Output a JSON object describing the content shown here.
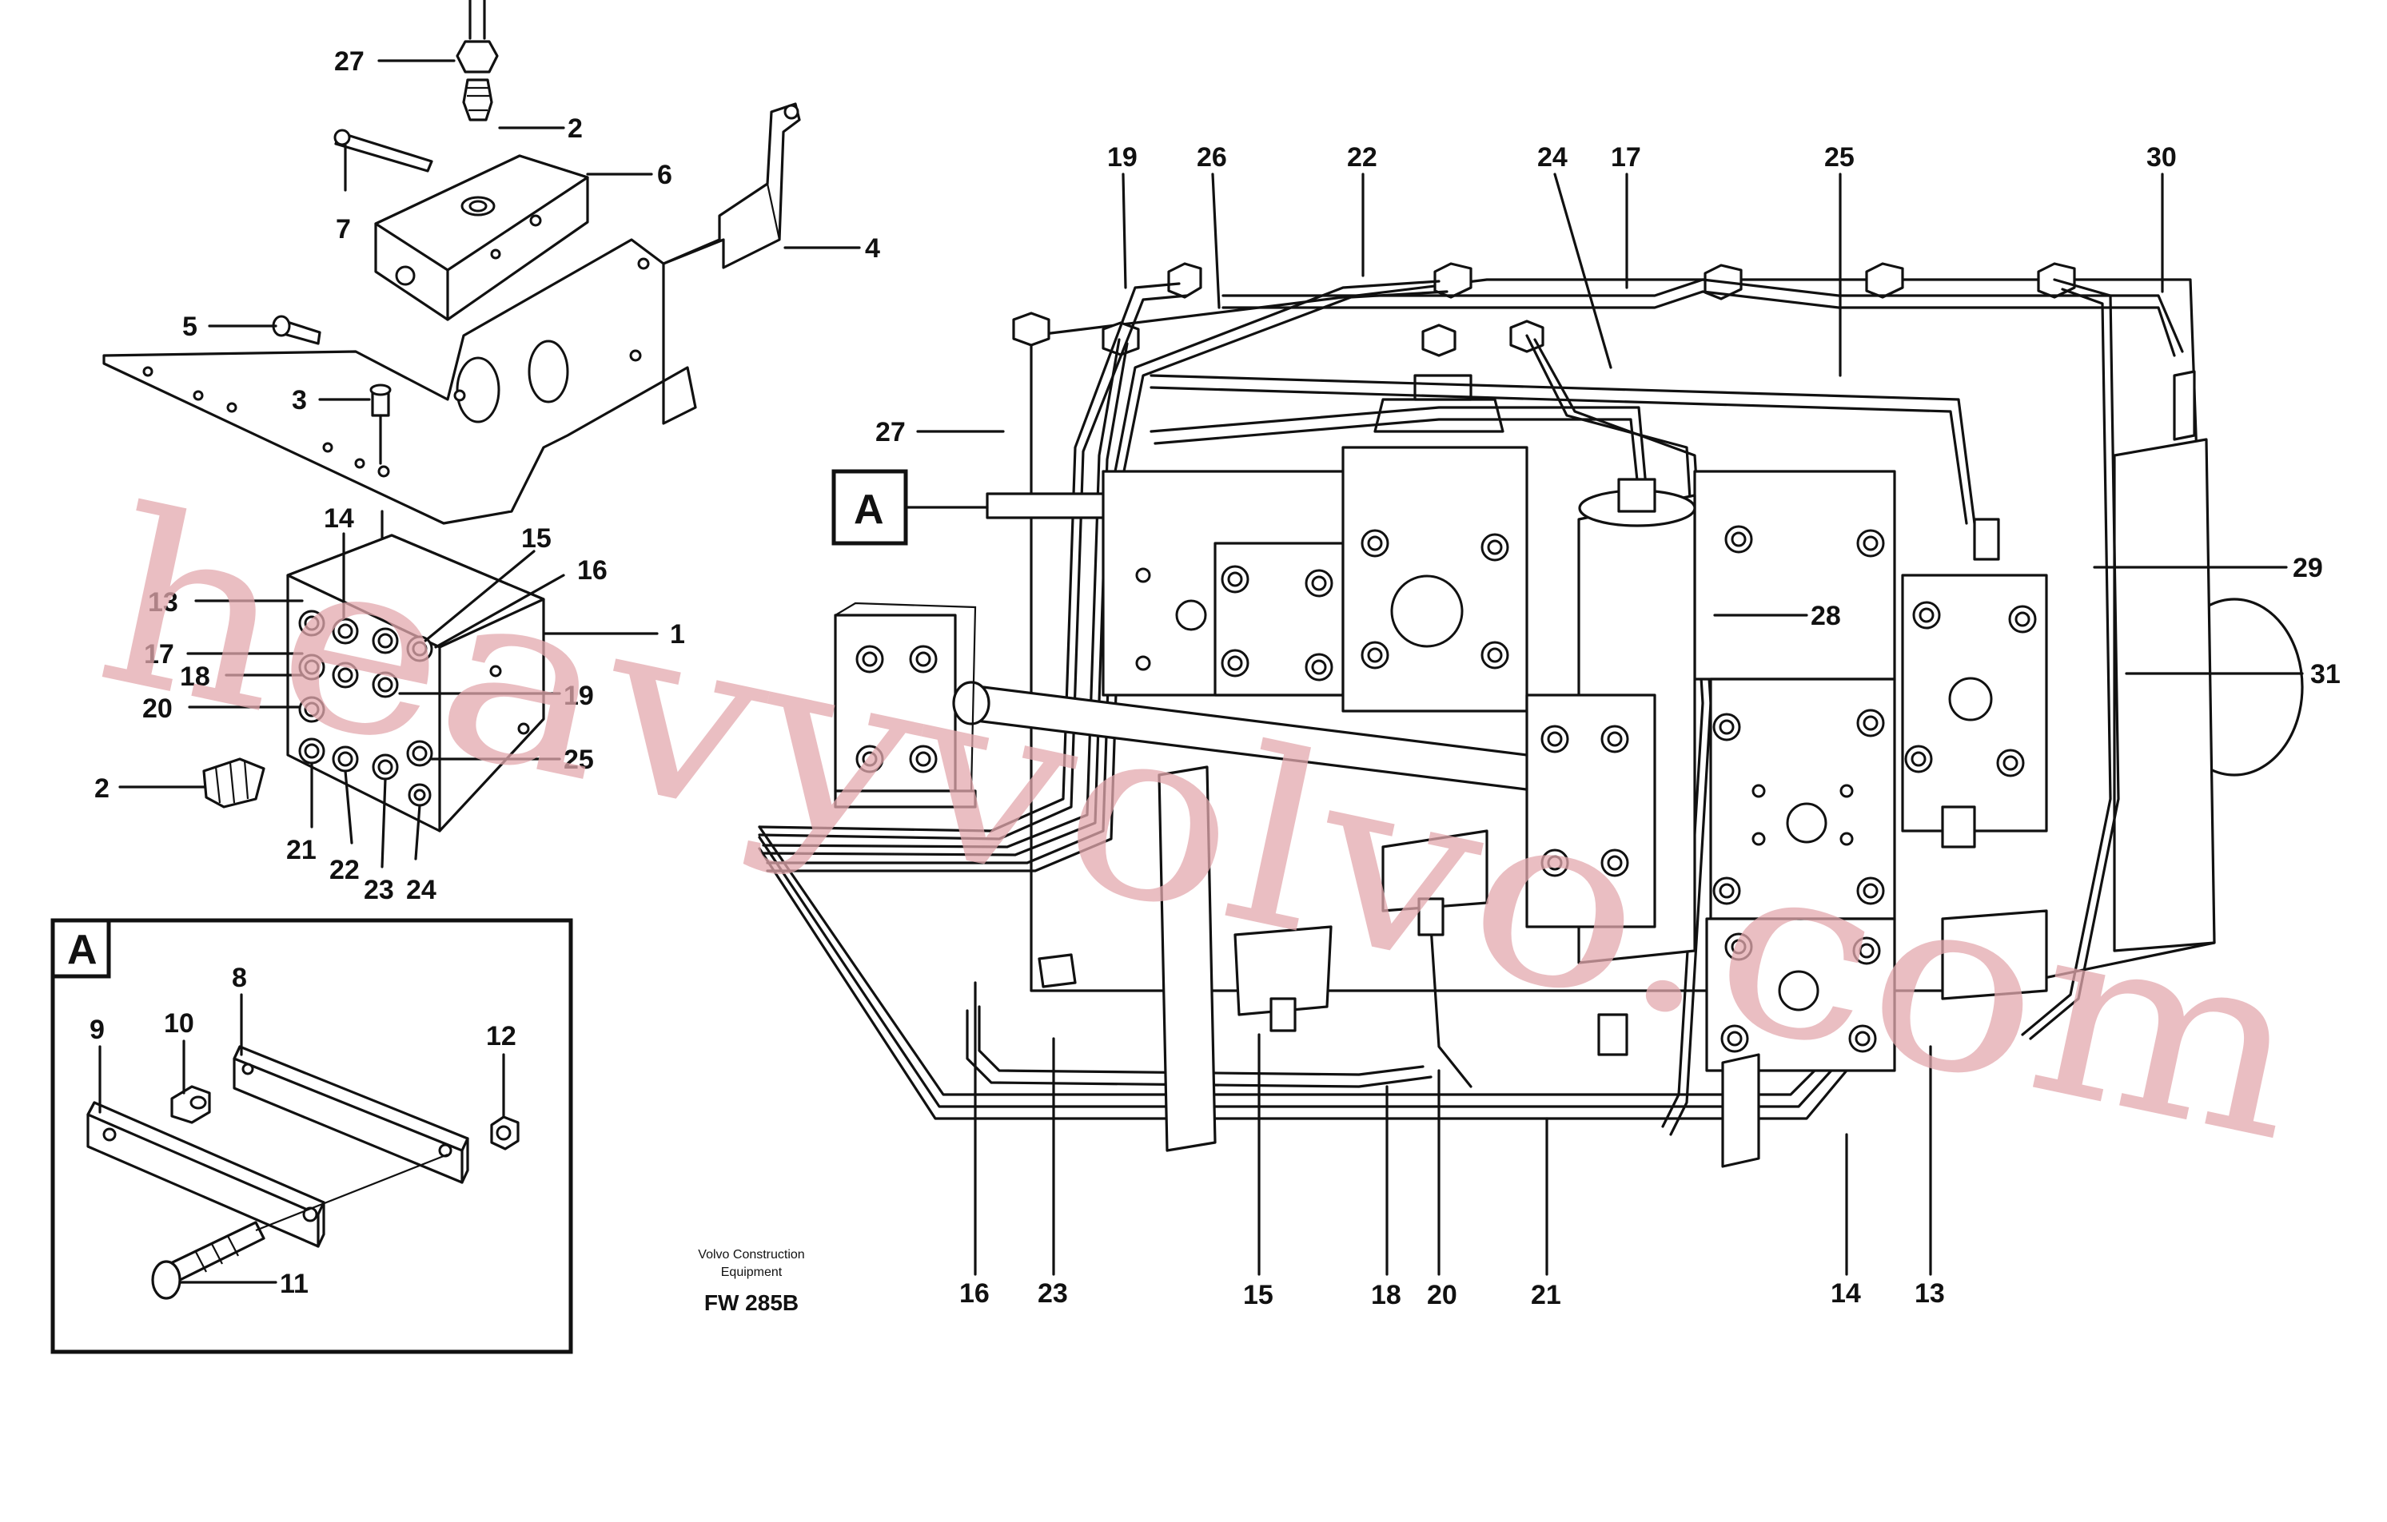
{
  "diagram": {
    "top_labels": [
      "27",
      "2",
      "7",
      "6",
      "4",
      "5",
      "3"
    ],
    "block_labels": [
      "14",
      "15",
      "16",
      "13",
      "1",
      "17",
      "18",
      "19",
      "20",
      "25",
      "2",
      "21",
      "22",
      "23",
      "24"
    ],
    "detail_box": {
      "title": "A",
      "labels": [
        "8",
        "9",
        "10",
        "12",
        "11"
      ]
    },
    "main_top_labels": [
      "19",
      "26",
      "22",
      "24",
      "17",
      "25",
      "30"
    ],
    "main_side_labels": [
      "27",
      "28",
      "29",
      "31"
    ],
    "main_callout": "A",
    "main_bottom_labels": [
      "16",
      "23",
      "15",
      "18",
      "20",
      "21",
      "14",
      "13"
    ],
    "credit_line1": "Volvo Construction",
    "credit_line2": "Equipment",
    "figure_code": "FW 285B",
    "watermark": "heavyvolvo.com"
  }
}
